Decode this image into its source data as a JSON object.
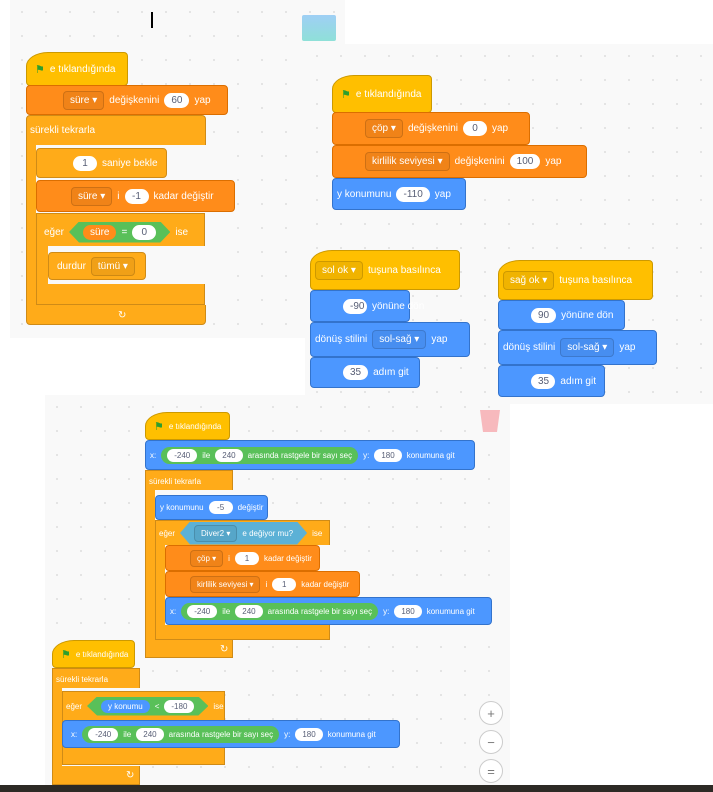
{
  "common": {
    "when_flag": "e tıklandığında",
    "forever": "sürekli tekrarla",
    "if": "eğer",
    "then": "ise",
    "loop_arrow": "↻"
  },
  "script1": {
    "var": "süre",
    "set_label": "değişkenini",
    "set_value": "60",
    "yap": "yap",
    "wait_value": "1",
    "wait_label": "saniye bekle",
    "change_var": "süre",
    "change_i": "i",
    "change_value": "-1",
    "change_label": "kadar değiştir",
    "cond_var": "süre",
    "cond_op": "=",
    "cond_value": "0",
    "stop_label": "durdur",
    "stop_option": "tümü"
  },
  "script2": {
    "var1": "çöp",
    "set_label": "değişkenini",
    "value1": "0",
    "yap": "yap",
    "var2": "kirlilik seviyesi",
    "value2": "100",
    "y_label": "y konumunu",
    "y_value": "-110"
  },
  "script3": {
    "key": "sol ok",
    "key_label": "tuşuna basılınca",
    "dir_value": "-90",
    "dir_label": "yönüne dön",
    "rot_label": "dönüş stilini",
    "rot_option": "sol-sağ",
    "yap": "yap",
    "move_value": "35",
    "move_label": "adım git"
  },
  "script4": {
    "key": "sağ ok",
    "key_label": "tuşuna basılınca",
    "dir_value": "90",
    "dir_label": "yönüne dön",
    "rot_label": "dönüş stilini",
    "rot_option": "sol-sağ",
    "yap": "yap",
    "move_value": "35",
    "move_label": "adım git"
  },
  "goto": {
    "x": "x:",
    "from": "-240",
    "ile": "ile",
    "to": "240",
    "random": "arasında rastgele bir sayı seç",
    "y": "y:",
    "y_value": "180",
    "label": "konumuna git"
  },
  "script5": {
    "change_y_label": "y konumunu",
    "change_y_value": "-5",
    "change_y_suffix": "değiştir",
    "sprite": "Diver2",
    "touching": "e değiyor mu?",
    "var1": "çöp",
    "i": "i",
    "value1": "1",
    "change_label": "kadar değiştir",
    "var2": "kirlilik seviyesi",
    "value2": "1"
  },
  "script6": {
    "reporter": "y konumu",
    "op": "<",
    "value": "-180"
  },
  "controls": {
    "zoom_in": "+",
    "zoom_out": "−",
    "reset": "="
  }
}
